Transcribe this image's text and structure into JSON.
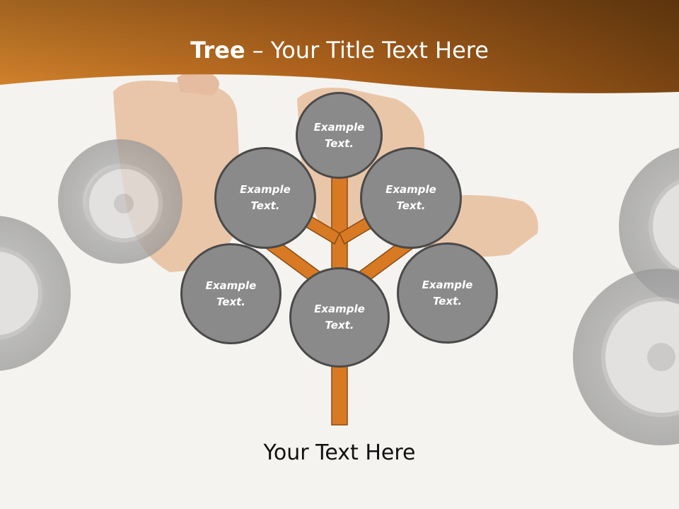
{
  "slide": {
    "title_bold": "Tree",
    "title_rest": " – Your Title Text Here",
    "subtitle": "Your Text Here"
  },
  "tree": {
    "nodes": [
      {
        "id": "top",
        "label": "Example\nText."
      },
      {
        "id": "upper-left",
        "label": "Example\nText."
      },
      {
        "id": "upper-right",
        "label": "Example\nText."
      },
      {
        "id": "lower-left",
        "label": "Example\nText."
      },
      {
        "id": "center",
        "label": "Example\nText."
      },
      {
        "id": "lower-right",
        "label": "Example\nText."
      }
    ]
  },
  "colors": {
    "header": "#b0621a",
    "trunk": "#d87a24",
    "node_fill": "#8a8a8a",
    "node_border": "#4a4a4a"
  }
}
